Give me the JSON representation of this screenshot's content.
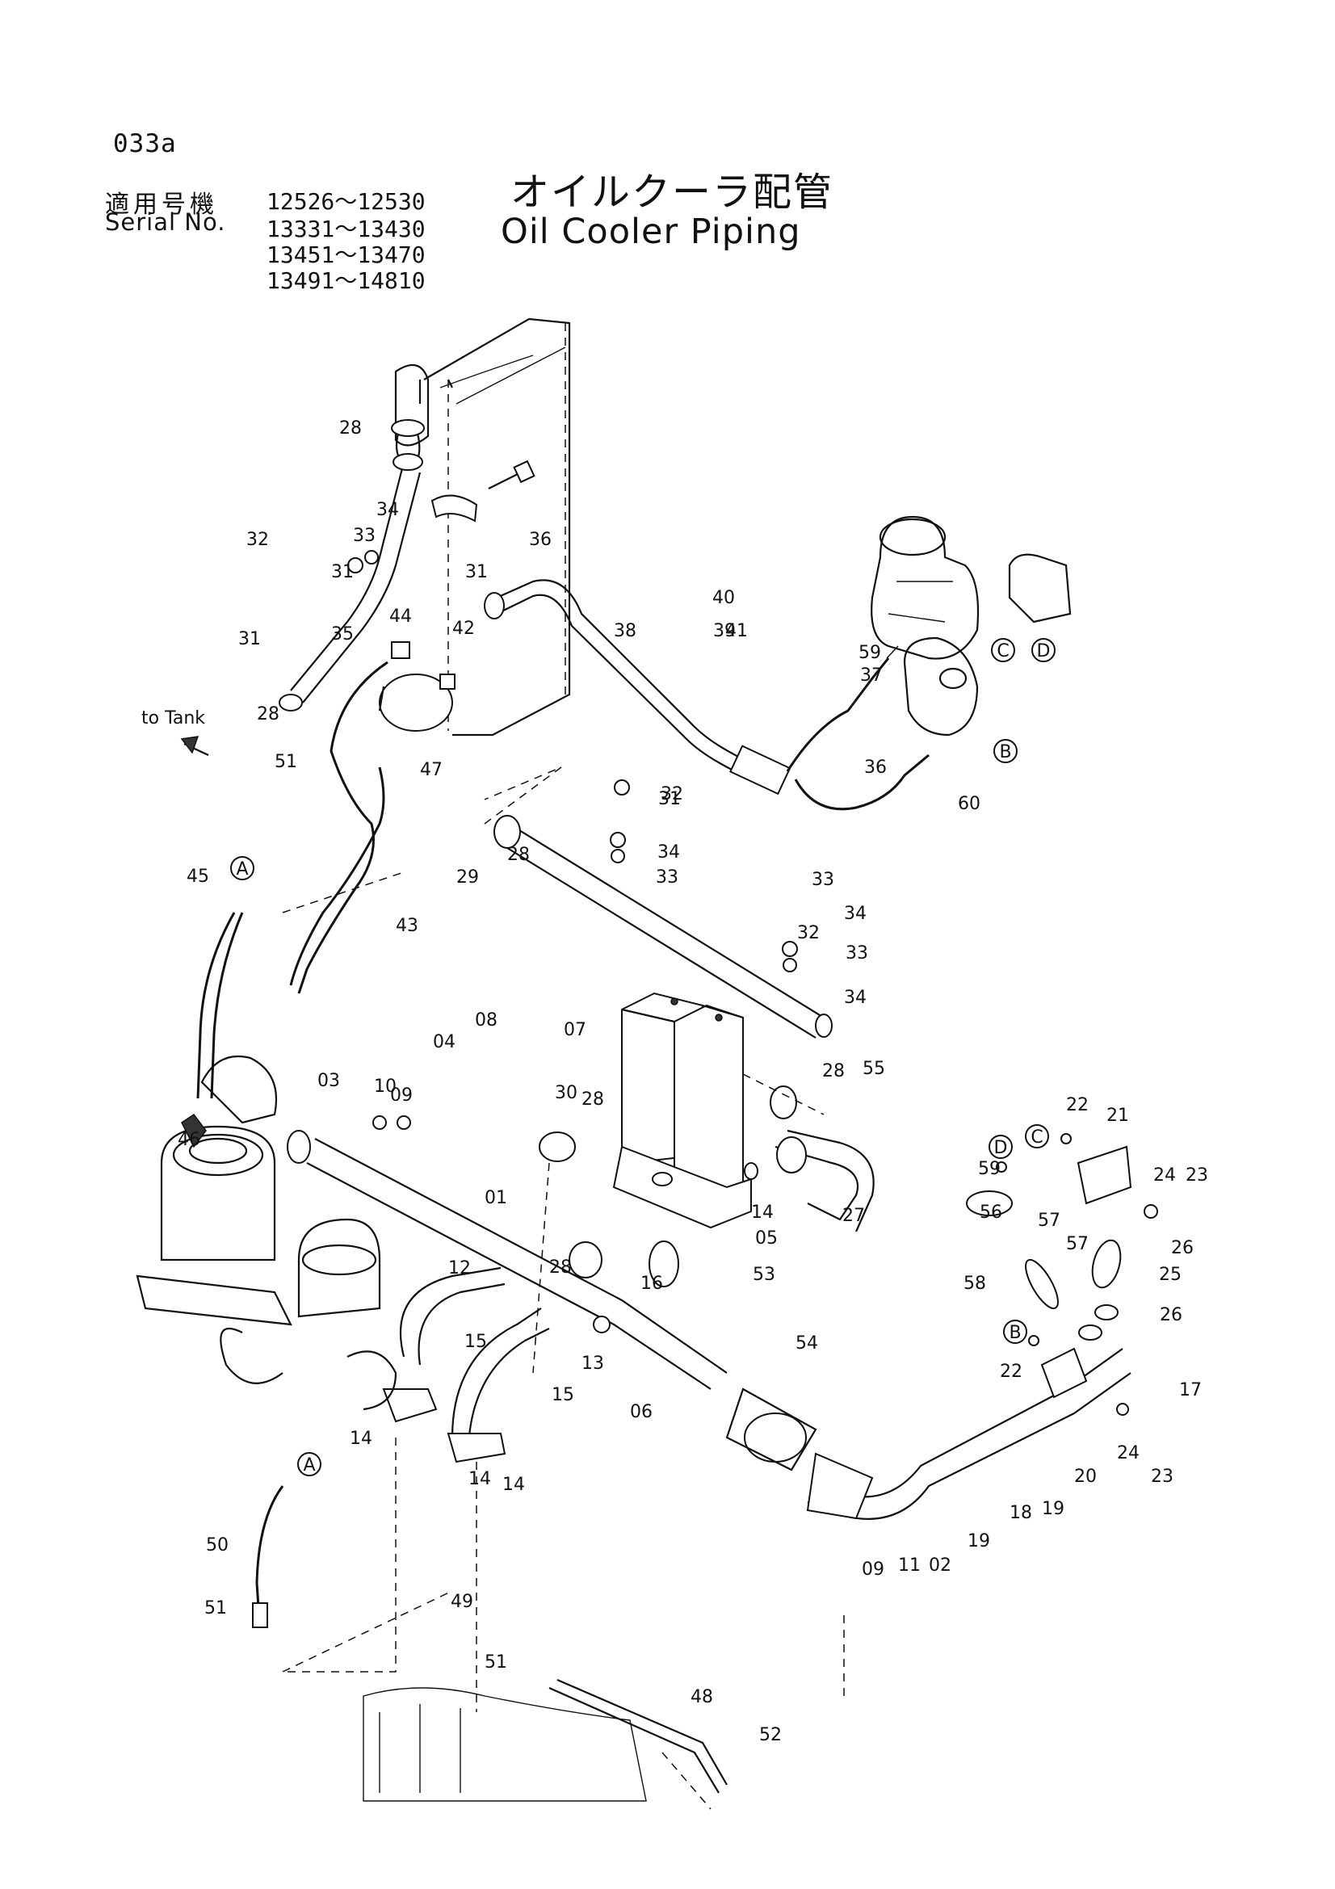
{
  "header": {
    "page_code": "033a",
    "serial_label_jp": "適用号機",
    "serial_label_en": "Serial No.",
    "serial_ranges": [
      "12526～12530",
      "13331～13430",
      "13451～13470",
      "13491～14810"
    ],
    "title_jp": "オイルクーラ配管",
    "title_en": "Oil Cooler Piping"
  },
  "diagram": {
    "to_tank_label": "to Tank",
    "connection_markers": [
      "A",
      "A",
      "B",
      "B",
      "C",
      "C",
      "D",
      "D"
    ],
    "part_callouts": [
      "01",
      "02",
      "03",
      "04",
      "05",
      "06",
      "07",
      "08",
      "09",
      "09",
      "10",
      "11",
      "12",
      "13",
      "14",
      "14",
      "14",
      "14",
      "15",
      "15",
      "16",
      "17",
      "18",
      "19",
      "19",
      "20",
      "21",
      "22",
      "22",
      "23",
      "23",
      "24",
      "24",
      "25",
      "26",
      "26",
      "27",
      "28",
      "28",
      "28",
      "28",
      "28",
      "28",
      "29",
      "30",
      "31",
      "31",
      "31",
      "31",
      "32",
      "32",
      "32",
      "33",
      "33",
      "33",
      "33",
      "34",
      "34",
      "34",
      "34",
      "35",
      "36",
      "36",
      "37",
      "38",
      "39",
      "40",
      "41",
      "42",
      "43",
      "44",
      "45",
      "46",
      "47",
      "48",
      "49",
      "50",
      "51",
      "51",
      "51",
      "52",
      "53",
      "54",
      "55",
      "56",
      "57",
      "57",
      "58",
      "59",
      "59",
      "60"
    ]
  }
}
